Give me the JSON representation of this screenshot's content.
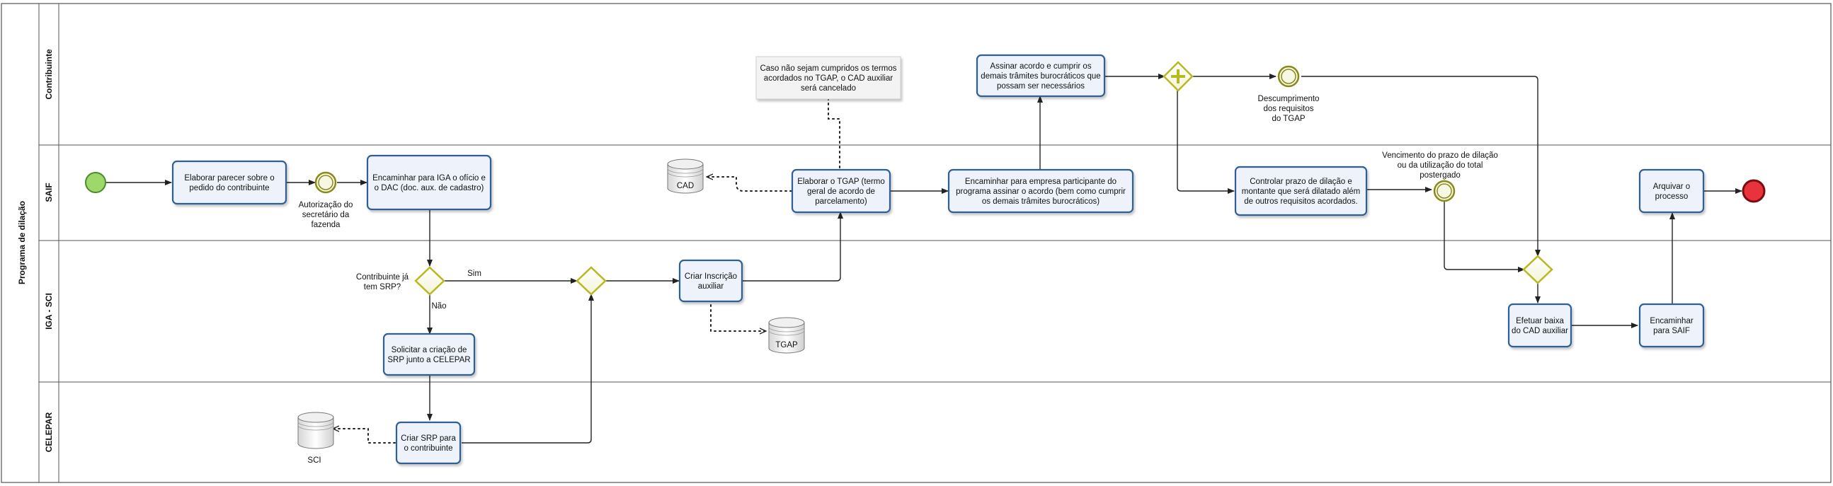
{
  "pool": {
    "name": "Programa de dilação"
  },
  "lanes": [
    {
      "id": "contribuinte",
      "name": "Contribuinte"
    },
    {
      "id": "saif",
      "name": "SAIF"
    },
    {
      "id": "iga",
      "name": "IGA - SCI"
    },
    {
      "id": "celepar",
      "name": "CELEPAR"
    }
  ],
  "tasks": {
    "elaborar_parecer": [
      "Elaborar parecer sobre o",
      "pedido do contribuinte"
    ],
    "encaminhar_iga": [
      "Encaminhar para IGA o ofício e",
      "o DAC (doc. aux. de cadastro)"
    ],
    "elaborar_tgap": [
      "Elaborar o  TGAP (termo",
      "geral de acordo de",
      "parcelamento)"
    ],
    "encaminhar_empresa": [
      "Encaminhar para empresa participante do",
      "programa  assinar o acordo (bem como cumprir",
      "os demais trâmites burocráticos)"
    ],
    "assinar_acordo": [
      "Assinar acordo e cumprir os",
      "demais trâmites burocráticos que",
      "possam ser necessários"
    ],
    "controlar_prazo": [
      "Controlar prazo de dilação e",
      "montante  que será dilatado além",
      "de outros requisitos  acordados."
    ],
    "arquivar": [
      "Arquivar o",
      "processo"
    ],
    "criar_inscricao": [
      "Criar Inscrição",
      "auxiliar"
    ],
    "solicitar_srp": [
      "Solicitar a criação de",
      "SRP junto a CELEPAR"
    ],
    "efetuar_baixa": [
      "Efetuar baixa",
      "do CAD auxiliar"
    ],
    "encaminhar_saif": [
      "Encaminhar",
      "para SAIF"
    ],
    "criar_srp": [
      "Criar SRP para",
      "o contribuinte"
    ]
  },
  "events": {
    "autorizacao": [
      "Autorização do",
      "secretário da",
      "fazenda"
    ],
    "descumprimento": [
      "Descumprimento",
      "dos requisitos",
      "do TGAP"
    ],
    "vencimento": [
      "Vencimento do prazo de dilação",
      "ou da utilização do total",
      "postergado"
    ]
  },
  "gateways": {
    "contribuinte_srp": [
      "Contribuinte já",
      "tem SRP?"
    ],
    "sim": "Sim",
    "nao": "Não"
  },
  "data_stores": {
    "cad": "CAD",
    "tgap": "TGAP",
    "sci": "SCI"
  },
  "annotation": [
    "Caso não sejam cumpridos os termos",
    "acordados no TGAP, o CAD auxiliar",
    "será cancelado"
  ],
  "colors": {
    "task_fill": "#eef3fb",
    "task_stroke": "#2f5f96",
    "start": "#9ed86a",
    "end": "#e8323c",
    "gateway": "#b8b820"
  }
}
